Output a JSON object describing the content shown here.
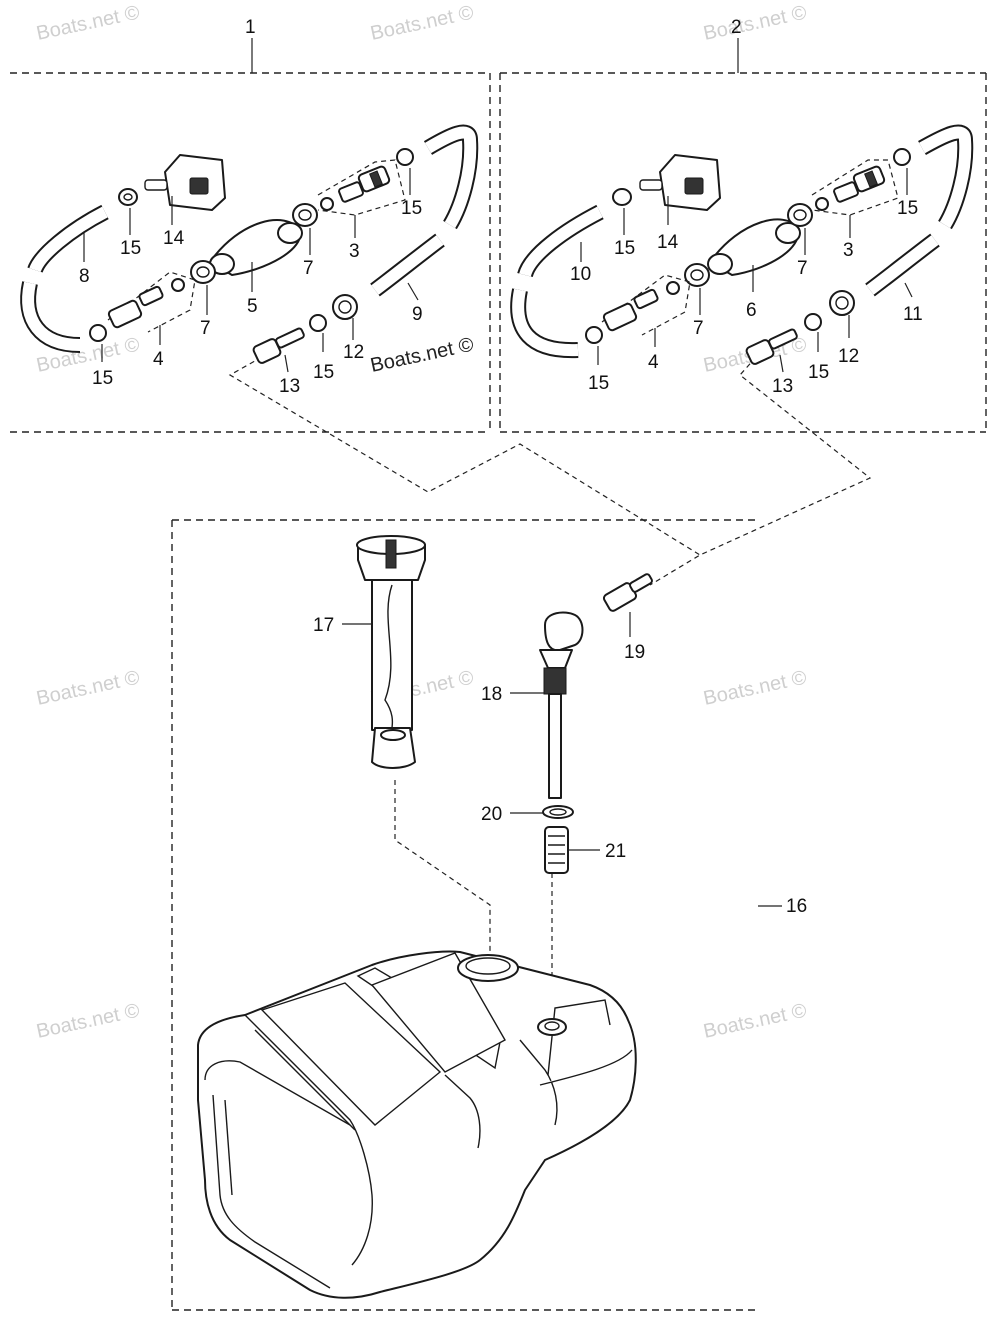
{
  "diagram": {
    "callouts": {
      "c1": "1",
      "c2": "2",
      "a3": "3",
      "a4": "4",
      "a5": "5",
      "a7a": "7",
      "a7b": "7",
      "a8": "8",
      "a9": "9",
      "a12": "12",
      "a13": "13",
      "a14": "14",
      "a15a": "15",
      "a15b": "15",
      "a15c": "15",
      "a15d": "15",
      "b3": "3",
      "b4": "4",
      "b6": "6",
      "b7a": "7",
      "b7b": "7",
      "b10": "10",
      "b11": "11",
      "b12": "12",
      "b13": "13",
      "b14": "14",
      "b15a": "15",
      "b15b": "15",
      "b15c": "15",
      "b15d": "15",
      "c16": "16",
      "c17": "17",
      "c18": "18",
      "c19": "19",
      "c20": "20",
      "c21": "21"
    },
    "watermark": "Boats.net ©"
  }
}
